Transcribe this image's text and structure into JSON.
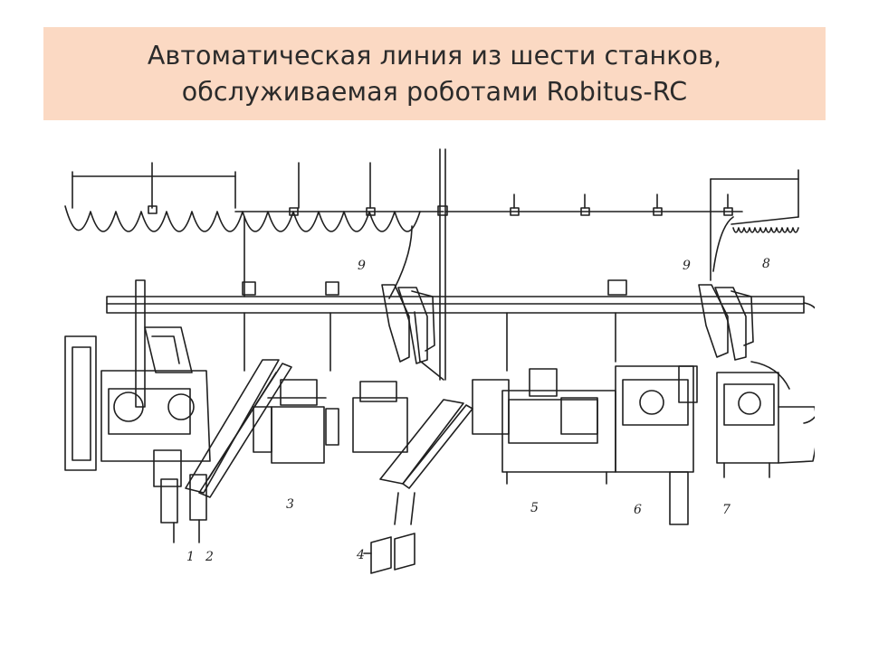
{
  "slide": {
    "title_line1": "Автоматическая линия из шести станков,",
    "title_line2": "обслуживаемая роботами Robitus-RC",
    "title_band_color": "#fbd9c3",
    "title_text_color": "#2b2b2b"
  },
  "figure": {
    "line_color": "#1f1f1f",
    "callouts": {
      "c1": "1",
      "c2": "2",
      "c3": "3",
      "c4": "4",
      "c5": "5",
      "c6": "6",
      "c7": "7",
      "c8": "8",
      "c9a": "9",
      "c9b": "9"
    }
  }
}
